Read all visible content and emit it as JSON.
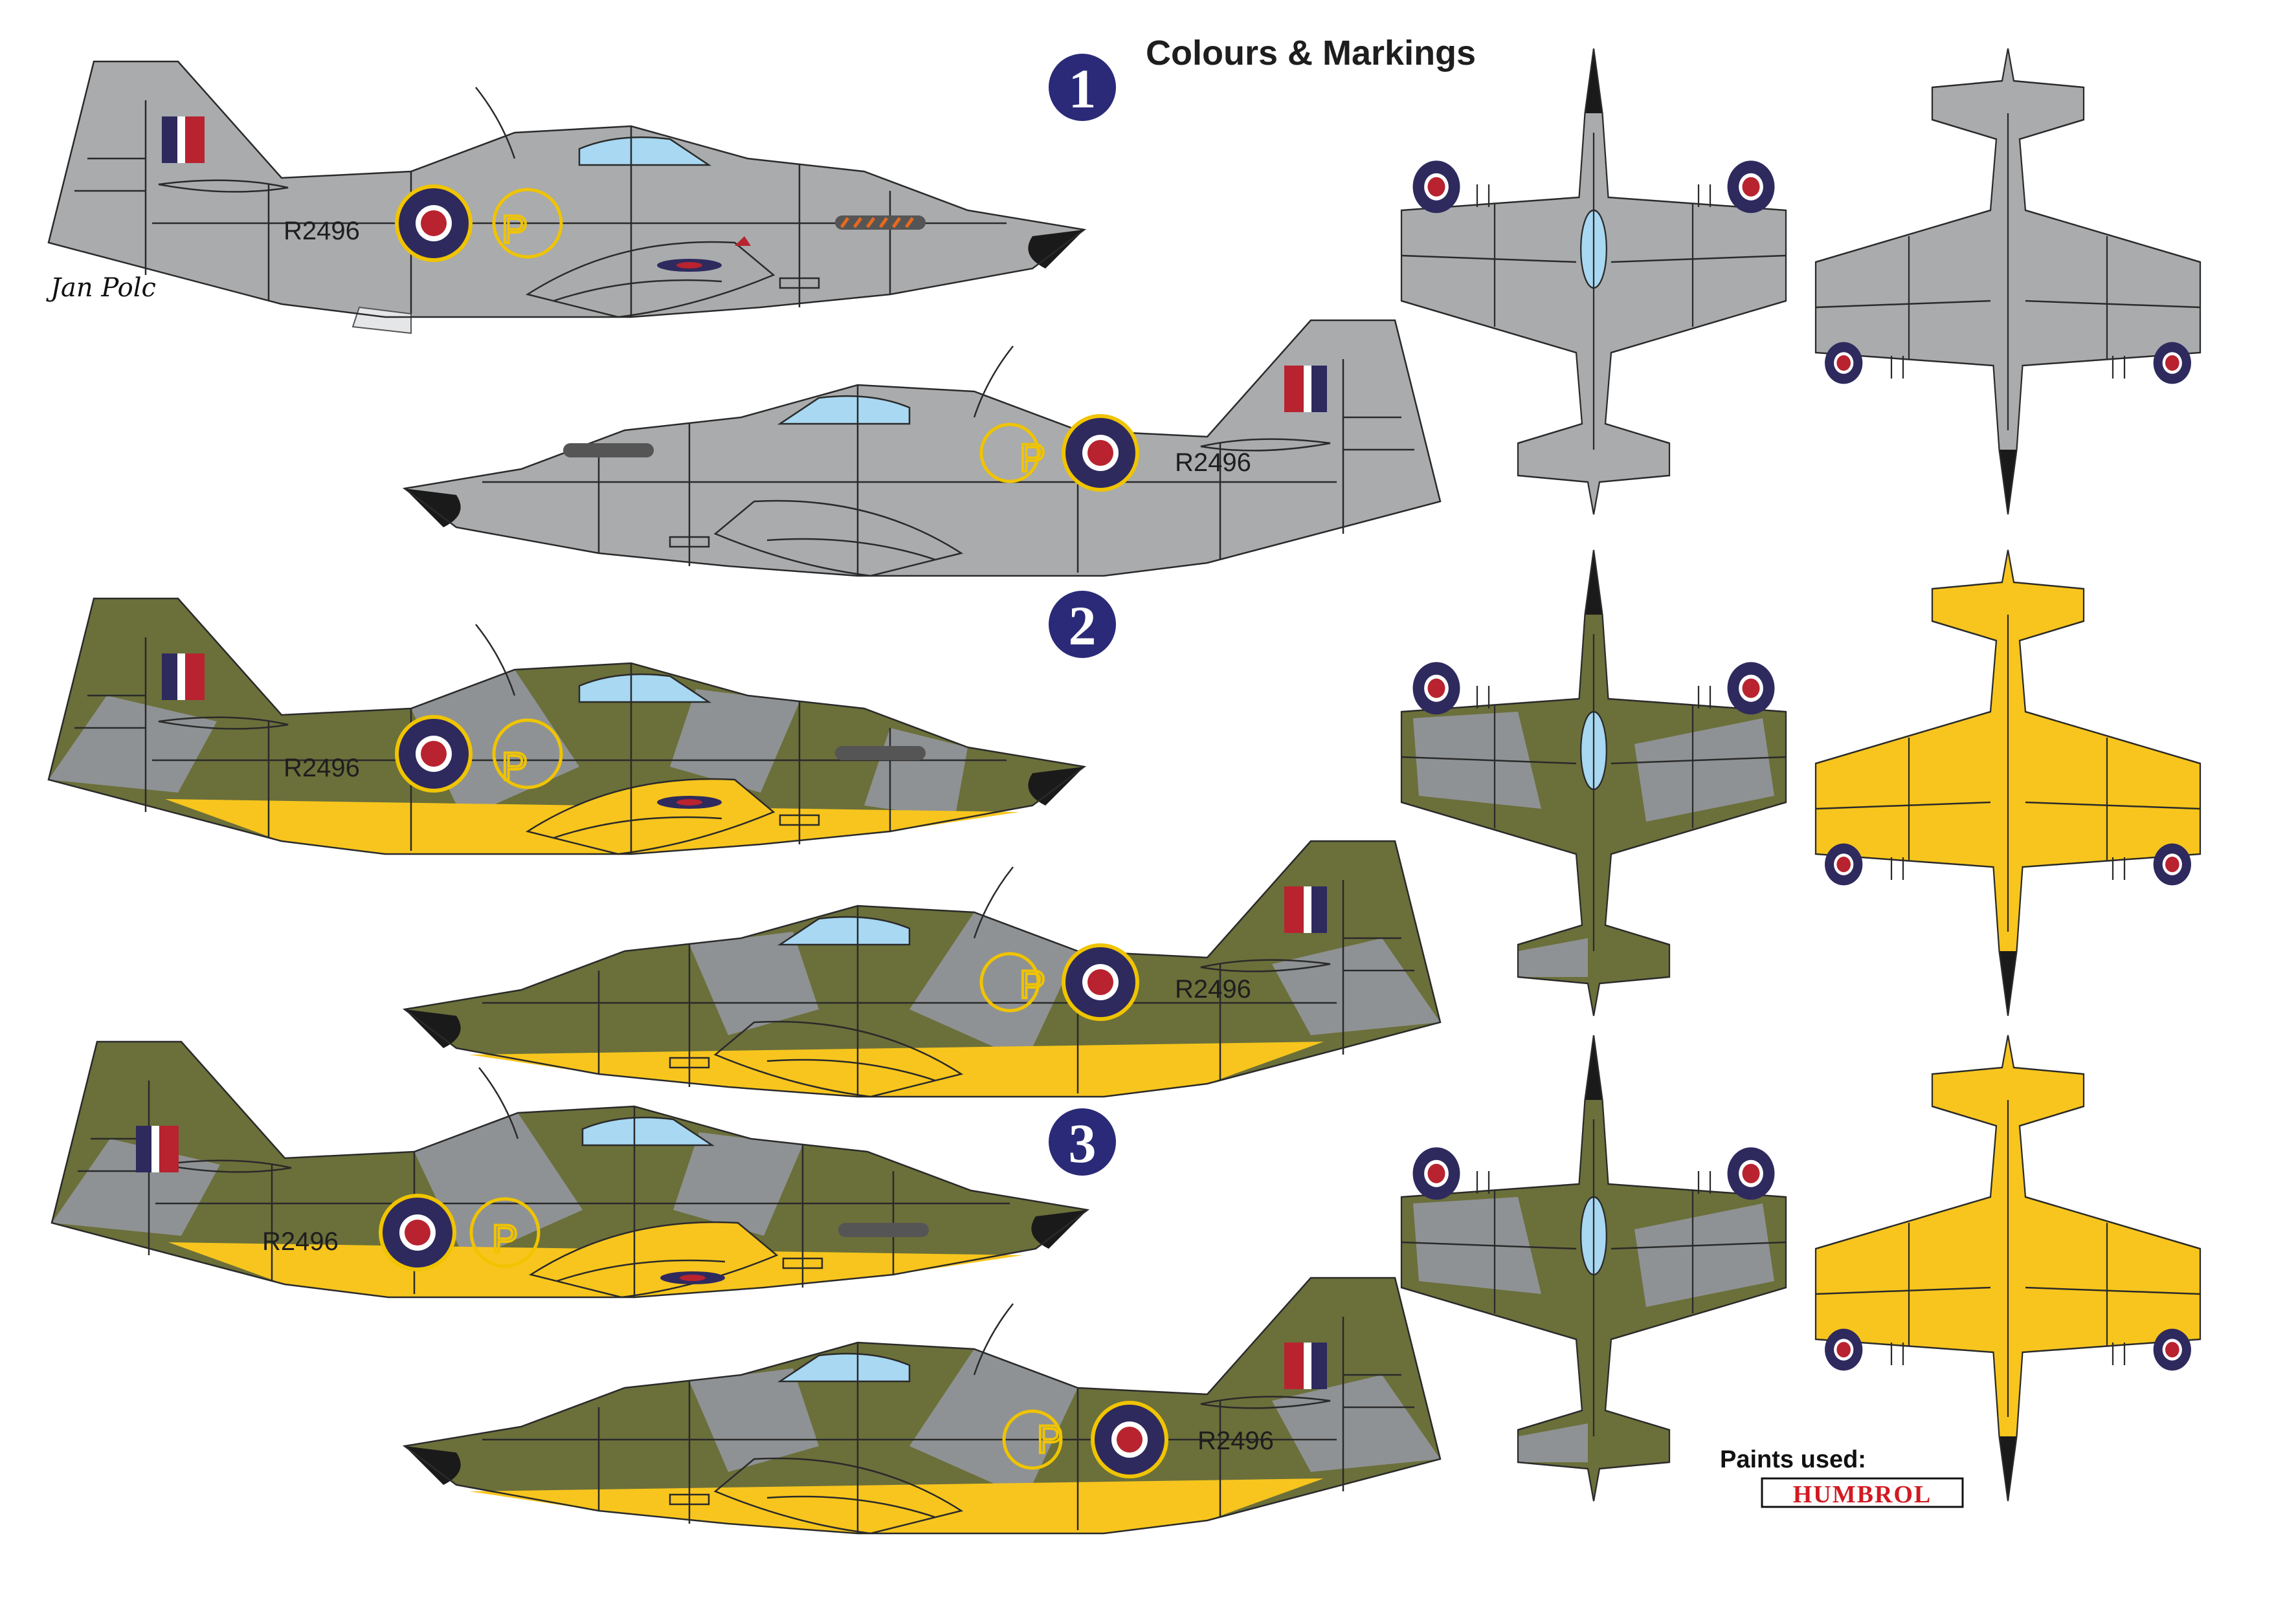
{
  "title": "Colours & Markings",
  "signature": "Jan Polc",
  "schemes": [
    {
      "number": "1",
      "serial": "R2496",
      "code_letter": "P",
      "scheme": "grey"
    },
    {
      "number": "2",
      "serial": "R2496",
      "code_letter": "P",
      "scheme": "camouflage"
    },
    {
      "number": "3",
      "serial": "R2496",
      "code_letter": "P",
      "scheme": "camouflage"
    }
  ],
  "paints": {
    "label": "Paints used:",
    "brand": "HUMBROL"
  },
  "colors": {
    "grey": "#a9abad",
    "olive": "#6b6f3a",
    "camo_grey": "#8f9294",
    "yellow": "#f7c51d",
    "roundel_blue": "#2e2a5e",
    "roundel_red": "#b8232f",
    "roundel_ring": "#f0c400",
    "nose": "#1a1a1a",
    "canopy": "#a8d8f2",
    "number_badge": "#2b2a78",
    "exhaust": "#e86a1d"
  }
}
